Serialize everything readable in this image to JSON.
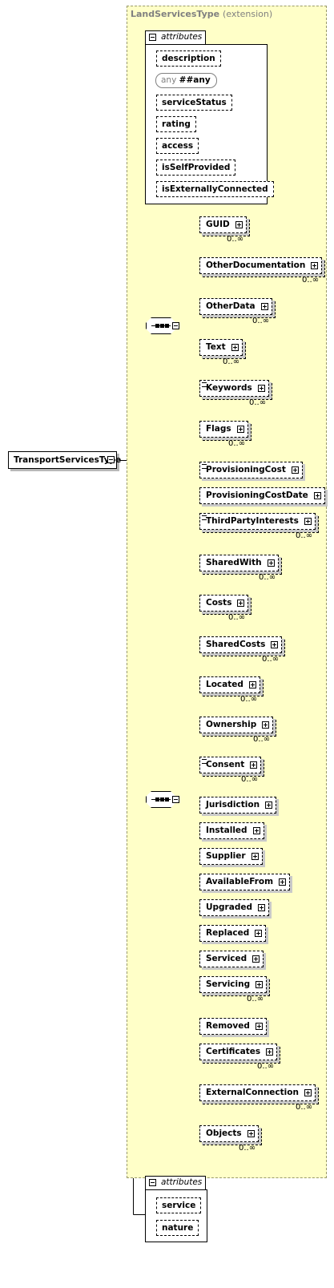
{
  "root": {
    "name": "TransportServicesType"
  },
  "base": {
    "type_name": "LandServicesType",
    "note": "(extension)"
  },
  "attributes_label": "attributes",
  "base_attributes": [
    "description",
    "serviceStatus",
    "rating",
    "access",
    "isSelfProvided",
    "isExternallyConnected"
  ],
  "any_attribute": {
    "keyword": "any",
    "namespace": "##any"
  },
  "sequence1_elements": [
    {
      "name": "GUID",
      "cardinality": "0..∞",
      "multi": true,
      "text_icon": false
    },
    {
      "name": "OtherDocumentation",
      "cardinality": "0..∞",
      "multi": true,
      "text_icon": false
    },
    {
      "name": "OtherData",
      "cardinality": "0..∞",
      "multi": true,
      "text_icon": false
    },
    {
      "name": "Text",
      "cardinality": "0..∞",
      "multi": true,
      "text_icon": false
    },
    {
      "name": "Keywords",
      "cardinality": "0..∞",
      "multi": true,
      "text_icon": true
    },
    {
      "name": "Flags",
      "cardinality": "0..∞",
      "multi": true,
      "text_icon": false
    }
  ],
  "sequence2_elements": [
    {
      "name": "ProvisioningCost",
      "cardinality": "",
      "multi": false,
      "text_icon": true
    },
    {
      "name": "ProvisioningCostDate",
      "cardinality": "",
      "multi": false,
      "text_icon": false
    },
    {
      "name": "ThirdPartyInterests",
      "cardinality": "0..∞",
      "multi": true,
      "text_icon": true
    },
    {
      "name": "SharedWith",
      "cardinality": "0..∞",
      "multi": true,
      "text_icon": false
    },
    {
      "name": "Costs",
      "cardinality": "0..∞",
      "multi": true,
      "text_icon": false
    },
    {
      "name": "SharedCosts",
      "cardinality": "0..∞",
      "multi": true,
      "text_icon": false
    },
    {
      "name": "Located",
      "cardinality": "0..∞",
      "multi": true,
      "text_icon": false
    },
    {
      "name": "Ownership",
      "cardinality": "0..∞",
      "multi": true,
      "text_icon": false
    },
    {
      "name": "Consent",
      "cardinality": "0..∞",
      "multi": true,
      "text_icon": true
    },
    {
      "name": "Jurisdiction",
      "cardinality": "",
      "multi": false,
      "text_icon": false
    },
    {
      "name": "Installed",
      "cardinality": "",
      "multi": false,
      "text_icon": false
    },
    {
      "name": "Supplier",
      "cardinality": "",
      "multi": false,
      "text_icon": false
    },
    {
      "name": "AvailableFrom",
      "cardinality": "",
      "multi": false,
      "text_icon": false
    },
    {
      "name": "Upgraded",
      "cardinality": "",
      "multi": false,
      "text_icon": false
    },
    {
      "name": "Replaced",
      "cardinality": "",
      "multi": false,
      "text_icon": false
    },
    {
      "name": "Serviced",
      "cardinality": "",
      "multi": false,
      "text_icon": false
    },
    {
      "name": "Servicing",
      "cardinality": "0..∞",
      "multi": true,
      "text_icon": false
    },
    {
      "name": "Removed",
      "cardinality": "",
      "multi": false,
      "text_icon": false
    },
    {
      "name": "Certificates",
      "cardinality": "0..∞",
      "multi": true,
      "text_icon": false
    },
    {
      "name": "ExternalConnection",
      "cardinality": "0..∞",
      "multi": true,
      "text_icon": false
    },
    {
      "name": "Objects",
      "cardinality": "0..∞",
      "multi": true,
      "text_icon": false
    }
  ],
  "own_attributes": [
    "service",
    "nature"
  ],
  "colors": {
    "extension_bg": "#ffffc8",
    "border": "#000000",
    "muted_text": "#808080"
  }
}
